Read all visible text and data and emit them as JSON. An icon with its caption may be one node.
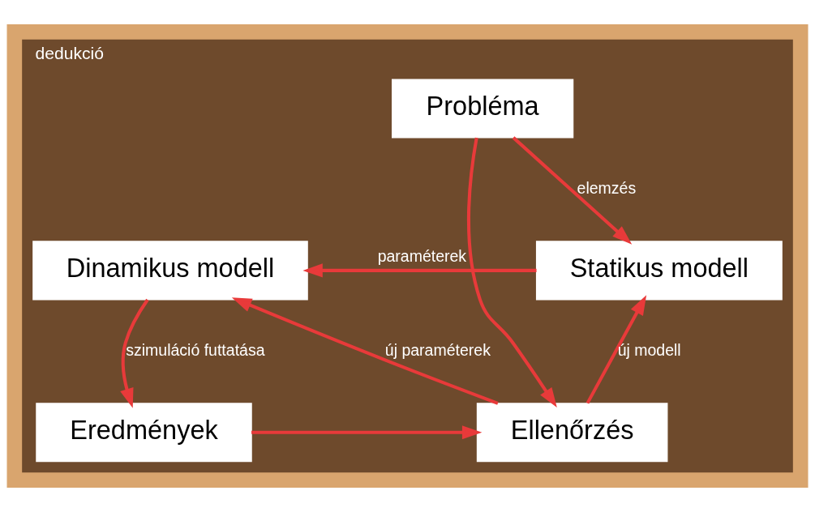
{
  "diagram": {
    "nodes": [
      {
        "text": [
          "dedukció"
        ]
      },
      {
        "text": [
          "Probléma"
        ],
        "in": 0
      },
      {
        "text": [
          "Statikus modell"
        ],
        "in": 0
      },
      {
        "text": [
          "Dinamikus modell"
        ],
        "in": 0
      },
      {
        "text": [
          "Ellenőrzés"
        ],
        "in": 0
      },
      {
        "text": [
          "Eredmények"
        ],
        "in": 0
      }
    ],
    "edges": [
      {
        "from": 1,
        "to": 2,
        "arrow": "to",
        "label": "elemzés"
      },
      {
        "from": 2,
        "to": 3,
        "arrow": "to",
        "label": "paraméterek"
      },
      {
        "from": 3,
        "to": 5,
        "arrow": "to",
        "label": "szimuláció futtatása"
      },
      {
        "from": 5,
        "to": 4,
        "arrow": "to"
      },
      {
        "from": 4,
        "to": 2,
        "arrow": "to",
        "label": "új modell"
      },
      {
        "from": 4,
        "to": 3,
        "arrow": "to",
        "label": "új paraméterek"
      },
      {
        "from": 1,
        "to": 4,
        "arrow": "to"
      }
    ]
  }
}
